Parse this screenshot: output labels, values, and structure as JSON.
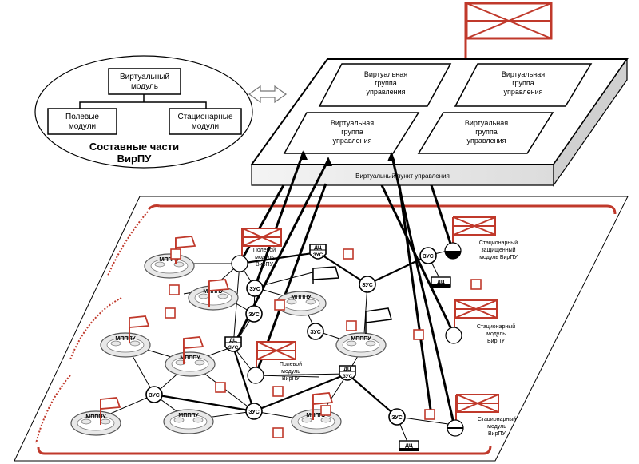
{
  "legend": {
    "module_top": [
      "Виртуальный",
      "модуль"
    ],
    "field": [
      "Полевые",
      "модули"
    ],
    "stationary": [
      "Стационарные",
      "модули"
    ],
    "caption": [
      "Составные части",
      "ВирПУ"
    ]
  },
  "vpu": {
    "group": [
      "Виртуальная",
      "группа",
      "управления"
    ],
    "point_label": "Виртуальный пункт управления"
  },
  "network": {
    "mpppu": "МПППУ",
    "zus": "ЗУС",
    "dc": "ДЦ",
    "field_module": [
      "Полевой",
      "модуль",
      "ВирПУ"
    ],
    "stationary_protected": [
      "Стационарный",
      "защищённый",
      "модуль ВирПУ"
    ],
    "stationary_module": [
      "Стационарный",
      "модуль",
      "ВирПУ"
    ]
  },
  "colors": {
    "accent": "#c0392b",
    "line": "#000000",
    "node_fill": "#e8e8e8"
  }
}
